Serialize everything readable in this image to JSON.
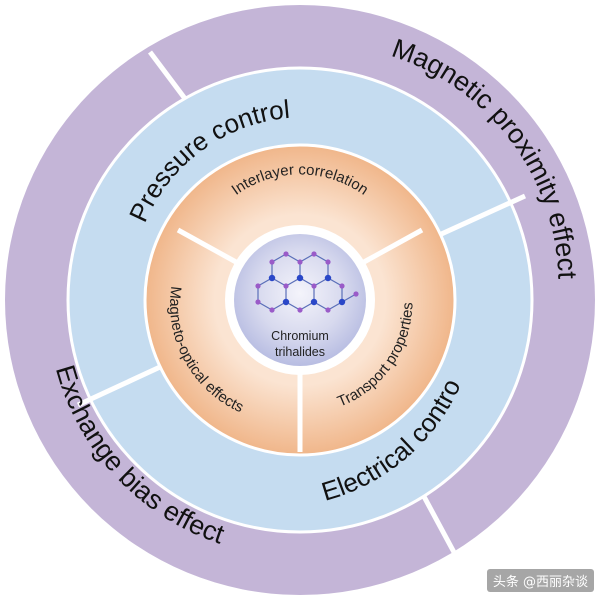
{
  "center": {
    "line1": "Chromium",
    "line2": "trihalides"
  },
  "inner_ring": {
    "top": "Interlayer correlation",
    "left": "Magneto-optical effects",
    "right": "Transport properties"
  },
  "middle_ring": {
    "top": "Pressure control",
    "bottom": "Electrical control"
  },
  "outer_ring": {
    "top_right": "Magnetic proximity effect",
    "bottom_left": "Exchange bias effect"
  },
  "watermark": "头条 @西丽杂谈",
  "colors": {
    "outer_ring": "#c4b5d7",
    "middle_ring": "#c5dcf0",
    "inner_ring": "#f2c09b",
    "center_glow": "#c9cbe8",
    "divider": "#ffffff",
    "atom_cr": "#2a47c8",
    "atom_x": "#9a5bc8",
    "bond": "#5a6fb8"
  },
  "icons": [
    "crystal-lattice-icon"
  ]
}
